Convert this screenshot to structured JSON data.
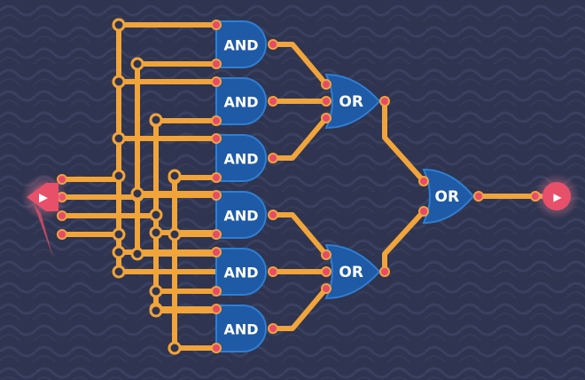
{
  "colors": {
    "background": "#2f3450",
    "wave_pattern": "#3a4060",
    "wire": "#f0a43a",
    "wire_outline": "#e08a25",
    "gate_fill": "#1f5aa6",
    "gate_stroke": "#2d7fd4",
    "pin": "#e84a6a",
    "terminal": "#e8506a",
    "terminal_glow": "#ff8aa0"
  },
  "circuit": {
    "input_terminal": {
      "icon": "play-icon",
      "glyph": "▶"
    },
    "output_terminal": {
      "icon": "play-icon",
      "glyph": "▶"
    },
    "and_gates": [
      {
        "label": "AND"
      },
      {
        "label": "AND"
      },
      {
        "label": "AND"
      },
      {
        "label": "AND"
      },
      {
        "label": "AND"
      },
      {
        "label": "AND"
      }
    ],
    "or_gates": [
      {
        "label": "OR"
      },
      {
        "label": "OR"
      }
    ],
    "final_gate": {
      "label": "OR"
    }
  }
}
